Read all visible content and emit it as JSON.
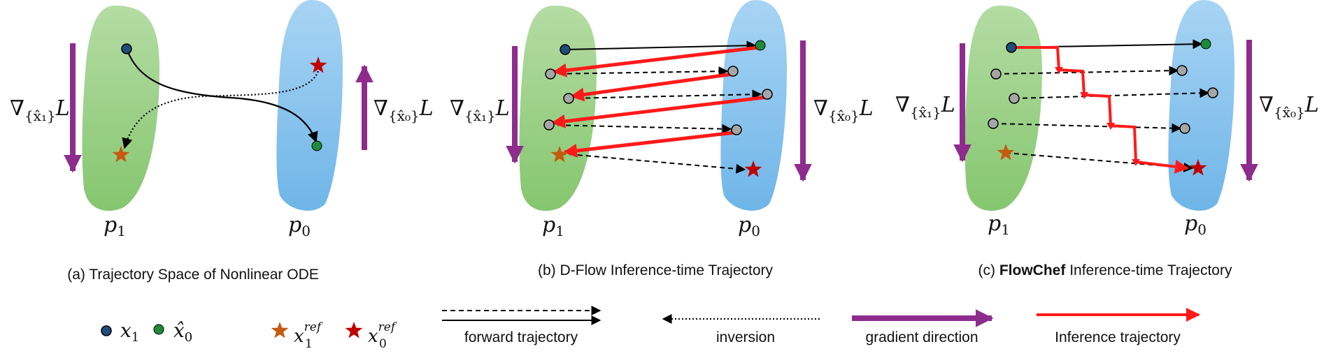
{
  "labels": {
    "p1": "p",
    "p1_sub": "1",
    "p0": "p",
    "p0_sub": "0",
    "grad_x1": "∇",
    "grad_x1_sub": "{x̂₁}",
    "grad_x0": "∇",
    "grad_x0_sub": "{x̂₀}",
    "grad_L": "L"
  },
  "panels": [
    {
      "prefix": "(a) ",
      "bold": "",
      "caption": "Trajectory Space of Nonlinear ODE"
    },
    {
      "prefix": "(b) ",
      "bold": "",
      "caption": "D-Flow Inference-time Trajectory"
    },
    {
      "prefix": "(c) ",
      "bold": "FlowChef",
      "caption": " Inference-time Trajectory"
    }
  ],
  "legend": {
    "x1": "x",
    "x1_sub": "1",
    "x0hat": "x̂",
    "x0hat_sub": "0",
    "x1ref": "x",
    "x1ref_sub": "1",
    "x0ref": "x",
    "x0ref_sub": "0",
    "ref_sup": "ref",
    "forward": "forward trajectory",
    "inversion": "inversion",
    "gradient": "gradient direction",
    "inference": "Inference trajectory"
  },
  "colors": {
    "p1_region": "#8cc97a",
    "p0_region": "#7fbdea",
    "gradient_arrow": "#8e2c8e",
    "inference_arrow": "#ff1a1a",
    "x1_point": "#1f4e79",
    "x0hat_point": "#1e8a3a",
    "x1ref_star": "#c55a11",
    "x0ref_star": "#c00000",
    "intermediate_point": "#a6a6a6"
  }
}
